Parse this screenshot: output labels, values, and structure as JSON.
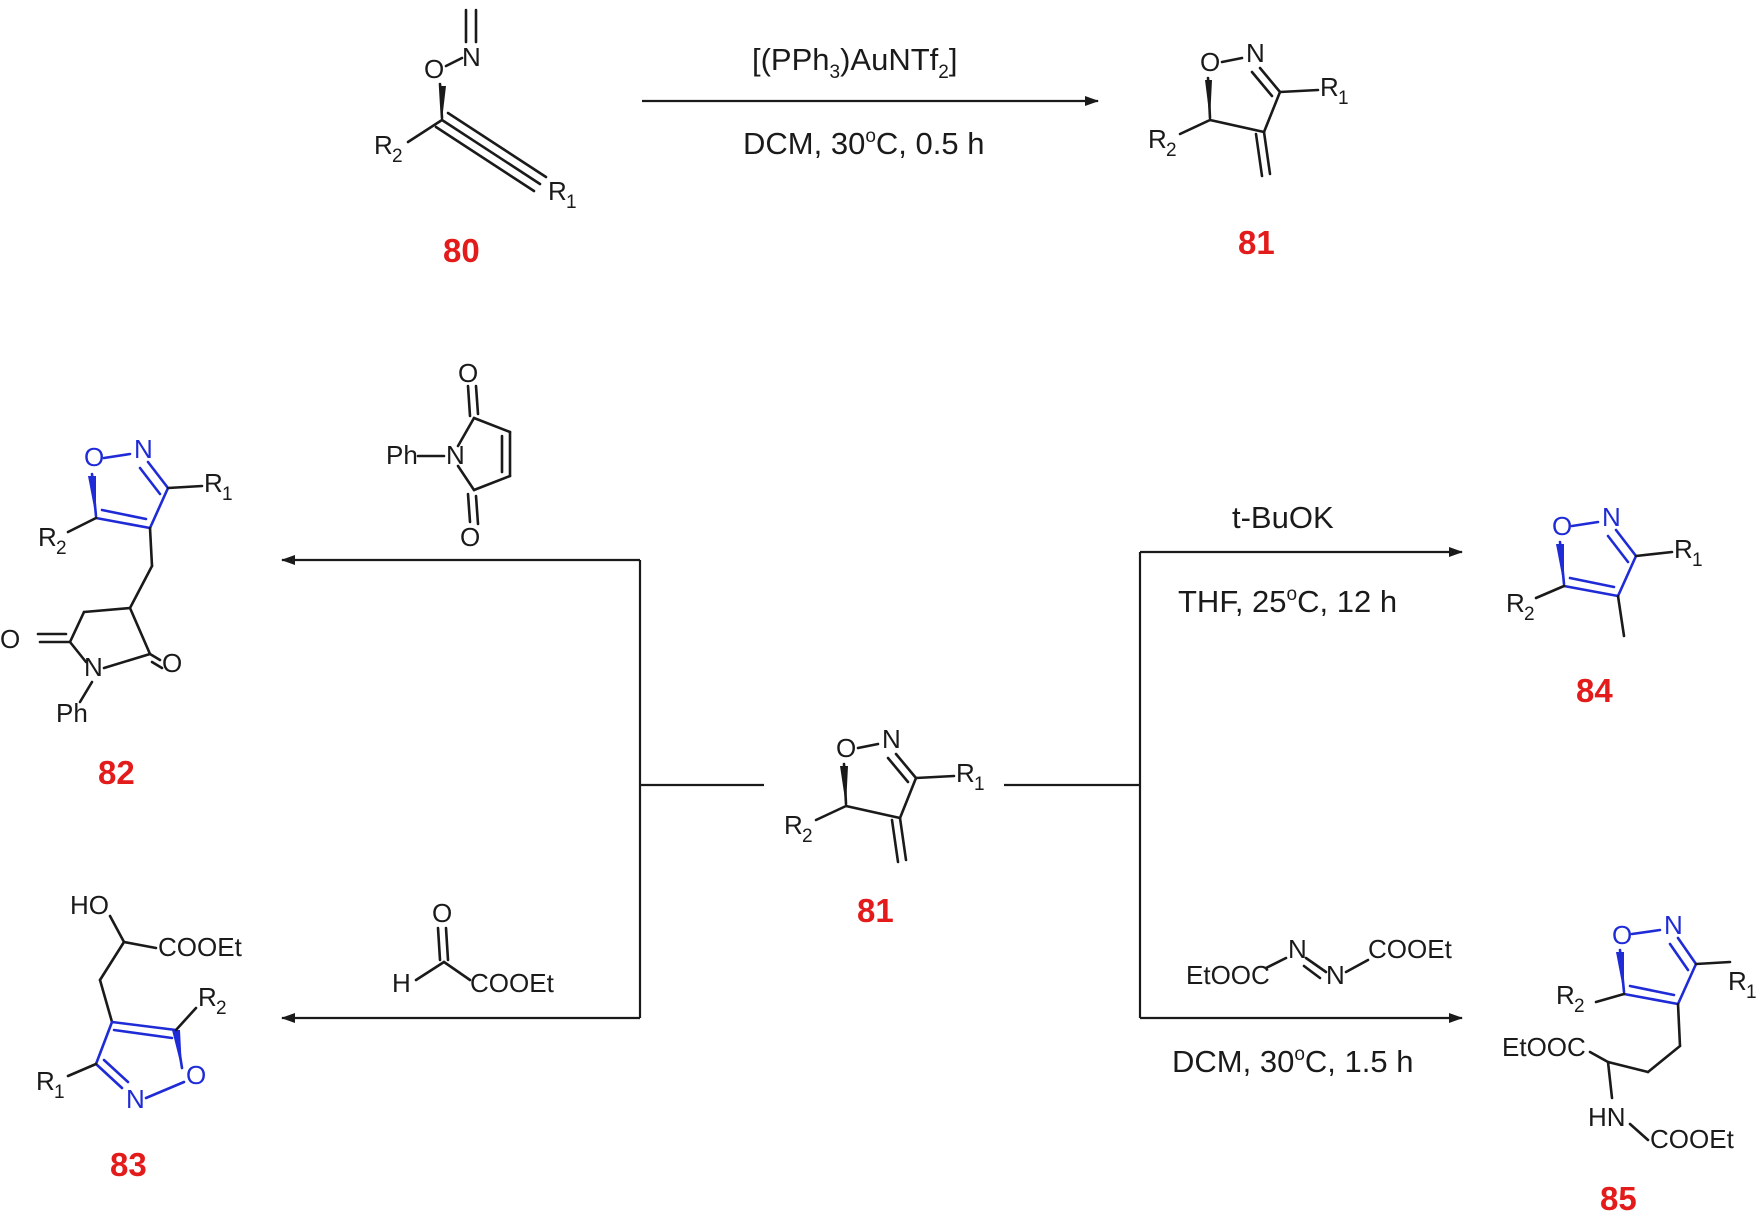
{
  "reactions": {
    "r1": {
      "catalyst": "[(PPh",
      "catalyst_sub1": "3",
      "catalyst_mid": ")AuNTf",
      "catalyst_sub2": "2",
      "catalyst_end": "]",
      "conditions": "DCM, 30",
      "conditions_sup": "o",
      "conditions_end": "C, 0.5 h"
    },
    "r2": {
      "reagent": "t-BuOK",
      "conditions": "THF, 25",
      "conditions_sup": "o",
      "conditions_end": "C, 12 h"
    },
    "r3": {
      "reagent_left": "EtOOC",
      "reagent_n1": "N",
      "reagent_n2": "N",
      "reagent_right": "COOEt",
      "conditions": "DCM, 30",
      "conditions_sup": "o",
      "conditions_end": "C, 1.5 h"
    },
    "r4": {
      "reagent_ph": "Ph",
      "reagent_n": "N",
      "reagent_o1": "O",
      "reagent_o2": "O"
    },
    "r5": {
      "reagent_o": "O",
      "reagent_h": "H",
      "reagent_ester": "COOEt"
    }
  },
  "compounds": {
    "c80": {
      "number": "80"
    },
    "c81_top": {
      "number": "81"
    },
    "c81_center": {
      "number": "81"
    },
    "c82": {
      "number": "82"
    },
    "c83": {
      "number": "83"
    },
    "c84": {
      "number": "84"
    },
    "c85": {
      "number": "85"
    }
  },
  "atoms": {
    "O": "O",
    "N": "N",
    "R": "R",
    "sub1": "1",
    "sub2": "2",
    "Ph": "Ph",
    "HO": "HO",
    "HN": "HN",
    "COOEt": "COOEt",
    "EtOOC": "EtOOC"
  },
  "colors": {
    "compound_number": "#e31b1b",
    "isoxazole_ring": "#1f2bd6",
    "ink": "#1a1a1a"
  }
}
